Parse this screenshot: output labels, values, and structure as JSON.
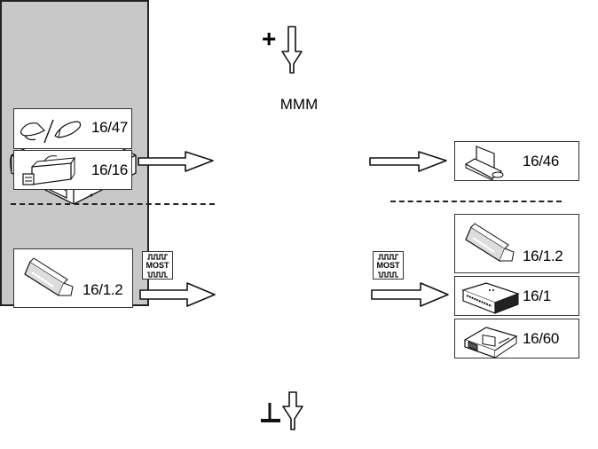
{
  "diagram": {
    "central_unit": {
      "label": "MMM",
      "icon": "media-module-icon",
      "fill_color": "#c8c8c8"
    },
    "power_supply": {
      "symbol": "+",
      "meaning": "positive supply",
      "icon": "arrow-down-icon"
    },
    "ground": {
      "symbol": "⊥",
      "meaning": "ground",
      "icon": "arrow-down-icon"
    },
    "inputs_upper": [
      {
        "label": "16/47",
        "icon": "antenna-icon"
      },
      {
        "label": "16/16",
        "icon": "tuner-module-icon"
      }
    ],
    "inputs_lower": [
      {
        "label": "16/1.2",
        "icon": "display-unit-icon"
      }
    ],
    "outputs_upper": [
      {
        "label": "16/46",
        "icon": "control-panel-icon"
      }
    ],
    "outputs_lower": [
      {
        "label": "16/1.2",
        "icon": "display-unit-icon"
      },
      {
        "label": "16/1",
        "icon": "control-unit-icon"
      },
      {
        "label": "16/60",
        "icon": "amplifier-icon"
      }
    ],
    "bus_badges": [
      {
        "label": "MOST",
        "icon": "signal-wave-icon"
      },
      {
        "label": "MOST",
        "icon": "signal-wave-icon"
      }
    ]
  }
}
